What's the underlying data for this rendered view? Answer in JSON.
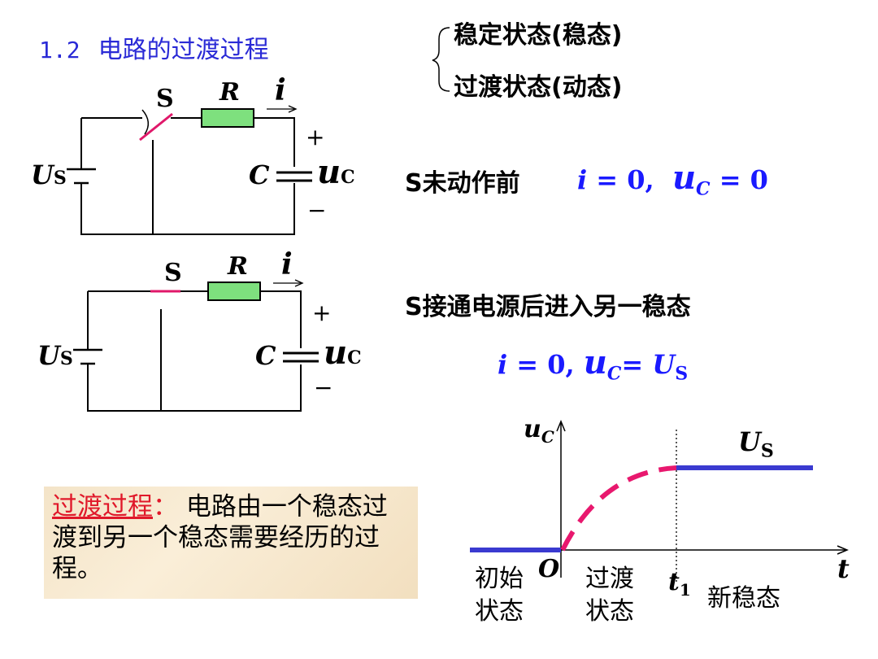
{
  "title": {
    "number": "1.2",
    "text": "电路的过渡过程"
  },
  "states": {
    "steady": "稳定状态(稳态)",
    "transient": "过渡状态(动态)"
  },
  "circuit": {
    "source": "U",
    "source_sub": "S",
    "switch": "S",
    "resistor": "R",
    "current": "i",
    "capacitor": "C",
    "voltage": "u",
    "voltage_sub": "C",
    "plus": "+",
    "minus": "−"
  },
  "before": {
    "label": "S未动作前",
    "eq_i": "i",
    "eq_i_val": " = 0,",
    "eq_u": "u",
    "eq_u_sub": "C",
    "eq_u_val": " = 0"
  },
  "after": {
    "label": "S接通电源后进入另一稳态",
    "eq_i": "i",
    "eq_i_val": " = 0,",
    "eq_u": "u",
    "eq_u_sub": "C",
    "eq_eq": "= ",
    "eq_us": "U",
    "eq_us_sub": "S"
  },
  "definition": {
    "term": "过渡过程",
    "colon": "：",
    "text": " 电路由一个稳态过渡到另一个稳态需要经历的过程。"
  },
  "graph": {
    "y_axis": "u",
    "y_axis_sub": "C",
    "x_axis": "t",
    "origin": "O",
    "t1": "t",
    "t1_sub": "1",
    "final_label": "U",
    "final_label_sub": "S",
    "region_initial_1": "初始",
    "region_initial_2": "状态",
    "region_transient_1": "过渡",
    "region_transient_2": "状态",
    "region_new": "新稳态"
  },
  "colors": {
    "title": "#2a2ad6",
    "equation": "#1a1aff",
    "resistor_fill": "#7ee07e",
    "switch": "#e0186a",
    "steady_line": "#3a3ad0",
    "transient_curve": "#e8186e",
    "definition_term": "#e0182a"
  }
}
